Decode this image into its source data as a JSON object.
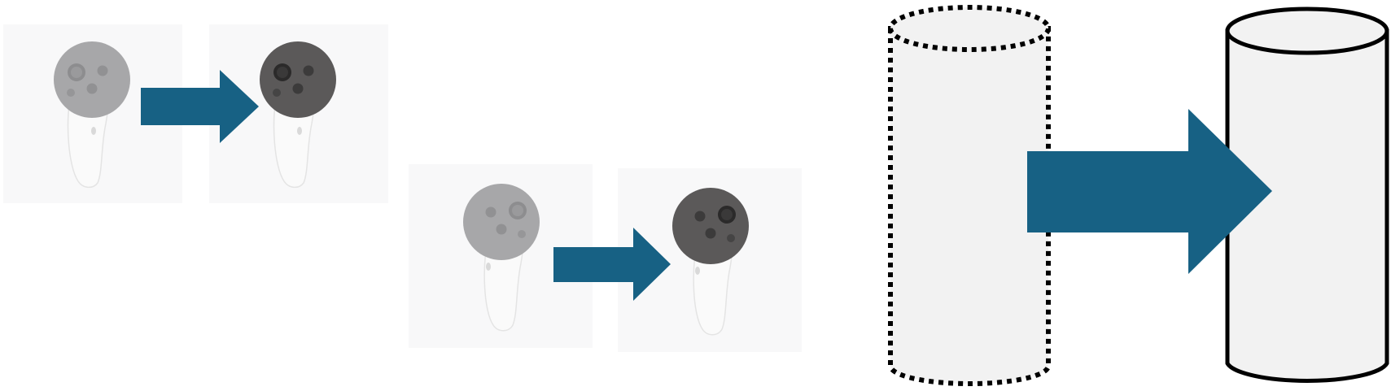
{
  "colors": {
    "arrow": "#176184",
    "panel_background": "#f8f8f9",
    "controller_body": "#fafafa",
    "controller_outline": "#e4e4e4",
    "ring_before": "#a7a7a9",
    "ring_after": "#5b5959",
    "cylinder_fill": "#f2f2f2",
    "cylinder_stroke": "#000000"
  },
  "diagram": {
    "panels": [
      {
        "id": "left-controller-before",
        "controller_hand": "left",
        "state": "desaturated"
      },
      {
        "id": "left-controller-after",
        "controller_hand": "left",
        "state": "darkened"
      },
      {
        "id": "right-controller-before",
        "controller_hand": "right",
        "state": "desaturated"
      },
      {
        "id": "right-controller-after",
        "controller_hand": "right",
        "state": "darkened"
      }
    ],
    "cylinders": [
      {
        "id": "cylinder-before",
        "outline": "dotted"
      },
      {
        "id": "cylinder-after",
        "outline": "solid"
      }
    ],
    "arrows": [
      {
        "id": "arrow-left-controller",
        "from": "left-controller-before",
        "to": "left-controller-after"
      },
      {
        "id": "arrow-right-controller",
        "from": "right-controller-before",
        "to": "right-controller-after"
      },
      {
        "id": "arrow-cylinder",
        "from": "cylinder-before",
        "to": "cylinder-after"
      }
    ],
    "icons": [
      "left-controller-icon",
      "right-controller-icon",
      "cylinder-icon",
      "arrow-right-icon"
    ]
  }
}
